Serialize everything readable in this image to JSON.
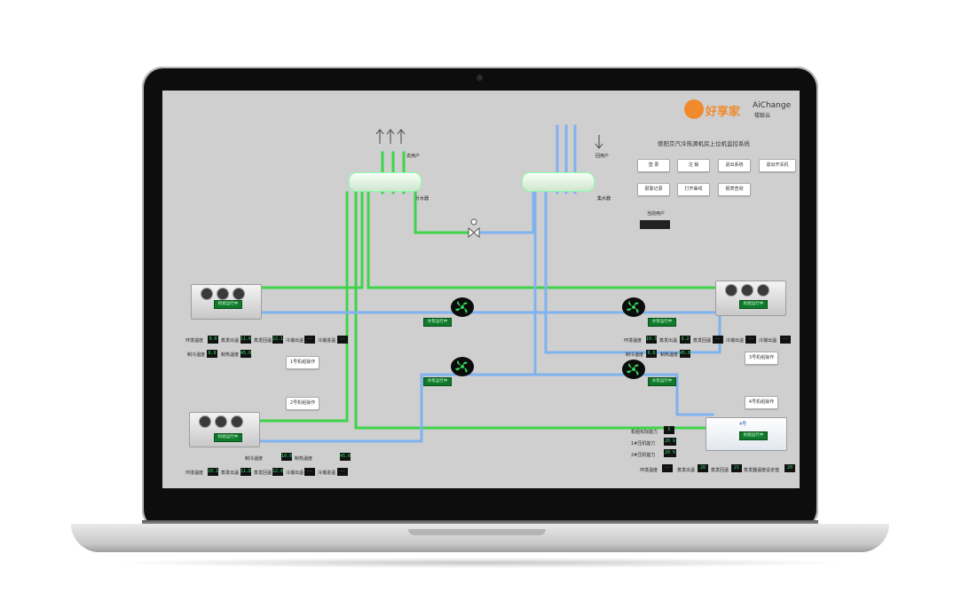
{
  "brand": {
    "logo_cn": "好享家",
    "logo_en": "AiChange",
    "logo_sub": "楼聪云"
  },
  "title": "德阳京汽冷热源机房上位机监控系统",
  "buttons": {
    "login": "登 录",
    "logout": "注 销",
    "exit_system": "退出系统",
    "exit_boot": "退出开关机",
    "view_report": "报警记录",
    "open_curve": "打开曲线",
    "report_query": "报表查询",
    "current_user": "当前用户",
    "unit1_op": "1号机组操作",
    "unit2_op": "2号机组操作",
    "unit3_op": "3号机组操作",
    "unit4_op": "4号机组操作"
  },
  "header_labels": {
    "supply": "去用户",
    "supply_tank": "分水器",
    "return": "回用户",
    "return_tank": "集水器"
  },
  "status_tags": {
    "unit1": "机组运行中",
    "unit2": "机组运行中",
    "unit3": "机组运行中",
    "unit4": "机组运行中",
    "pump_a": "水泵运行中",
    "pump_b": "水泵运行中",
    "pump_c": "水泵运行中",
    "pump_d": "水泵运行中"
  },
  "unit4_label": "4号",
  "unit1": {
    "env_temp": "环境温度",
    "env_temp_v": "9.0",
    "out_temp": "蒸发出温",
    "out_temp_v": "11.6",
    "in_temp": "蒸发回温",
    "in_temp_v": "12.1",
    "cond_out": "冷凝出温",
    "cond_out_v": "--",
    "cond_in": "冷凝进温",
    "cond_in_v": "--",
    "cool_set": "制冷温度",
    "cool_set_v": "8.0",
    "heat_set": "制热温度",
    "heat_set_v": "45.0"
  },
  "unit2": {
    "env_temp": "环境温度",
    "env_temp_v": "10.1",
    "out_temp": "蒸发出温",
    "out_temp_v": "11.8",
    "in_temp": "蒸发回温",
    "in_temp_v": "12.0",
    "cond_out": "冷凝出温",
    "cond_out_v": "--",
    "cond_in": "冷凝进温",
    "cond_in_v": "--",
    "cool_set": "制冷温度",
    "cool_set_v": "10.0",
    "heat_set": "制热温度",
    "heat_set_v": "45.0"
  },
  "unit3": {
    "env_temp": "环境温度",
    "env_temp_v": "10.3",
    "out_temp": "蒸发出温",
    "out_temp_v": "9.2",
    "in_temp": "蒸发回温",
    "in_temp_v": "--",
    "cond_out": "冷凝出温",
    "cond_out_v": "--",
    "cond_in": "冷凝出温",
    "cond_in_v": "--",
    "cool_set": "制冷温度",
    "cool_set_v": "8.0",
    "heat_set": "制热温度",
    "heat_set_v": "45.0"
  },
  "unit4": {
    "cap_actual": "机组实际能力",
    "cap_actual_v": "5",
    "cap_1": "1#压机能力",
    "cap_1_v": "20 %",
    "cap_2": "2#压机能力",
    "cap_2_v": "20 %",
    "env_temp": "环境温度",
    "env_temp_v": "--",
    "out_temp": "蒸发出温",
    "out_temp_v": "20",
    "in_temp": "蒸发回温",
    "in_temp_v": "21",
    "cap_set": "蒸发器温度设定值",
    "cap_set_v": "20"
  },
  "colors": {
    "supply": "#3fd34a",
    "return": "#7fb2ee",
    "screen": "#cfcfcf",
    "lcd_text": "#2fe36a"
  }
}
